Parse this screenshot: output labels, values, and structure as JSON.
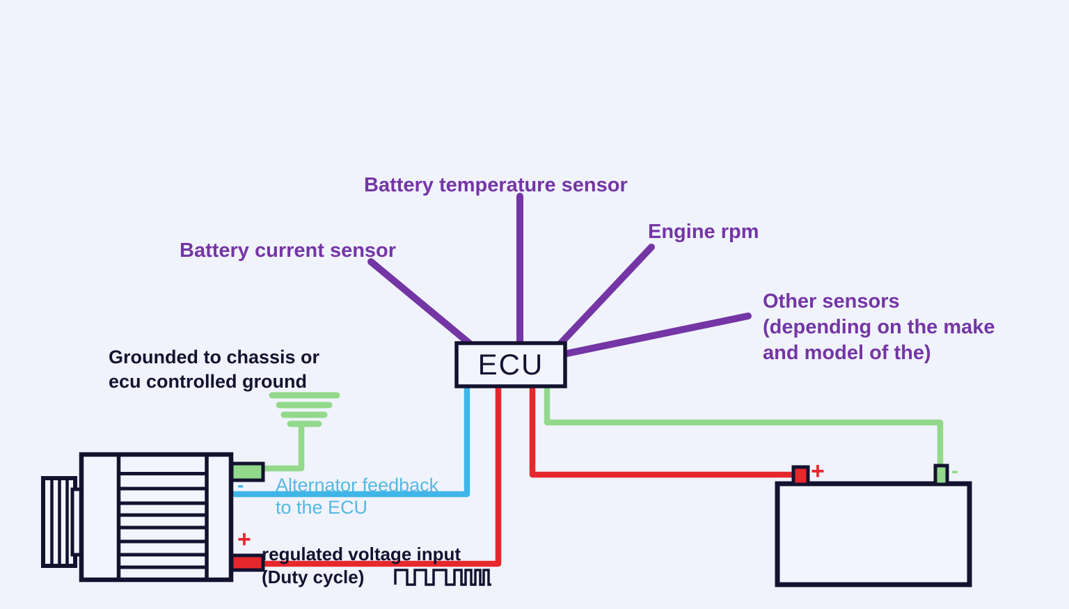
{
  "diagram_type": "ECU alternator and battery wiring diagram",
  "colors": {
    "background": "#f0f3fc",
    "outline_navy": "#131330",
    "sensor_purple": "#7435a5",
    "wire_red": "#e6282d",
    "wire_green": "#93d98c",
    "wire_cyan": "#3fb5e8",
    "cyan_text": "#54b8e4"
  },
  "ecu": {
    "label": "ECU"
  },
  "sensors": {
    "battery_temperature": "Battery temperature sensor",
    "battery_current": "Battery current sensor",
    "engine_rpm": "Engine rpm",
    "other": {
      "line1": "Other sensors",
      "line2": "(depending on the make",
      "line3": "and model of the)"
    }
  },
  "ground": {
    "line1": "Grounded to chassis or",
    "line2": "ecu controlled ground"
  },
  "alternator_feedback": {
    "line1": "Alternator feedback",
    "line2": "to the ECU",
    "minus_sign": "-"
  },
  "regulated_voltage": {
    "line1": "regulated voltage input",
    "line2": "(Duty cycle)",
    "plus_sign": "+"
  },
  "battery": {
    "plus_sign": "+",
    "minus_sign": "-"
  }
}
